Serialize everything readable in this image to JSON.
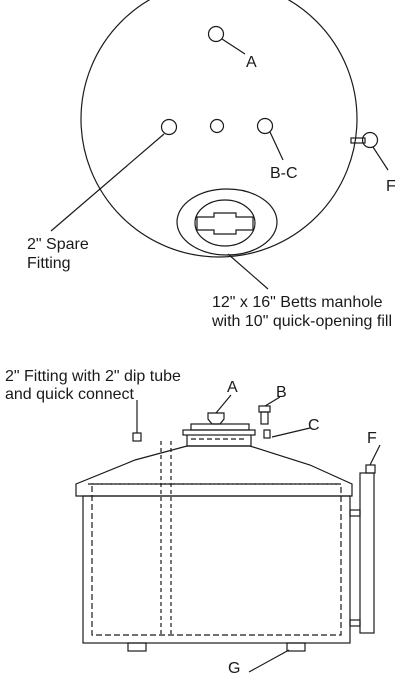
{
  "top_view": {
    "callouts": {
      "a": "A",
      "bc": "B-C",
      "f": "F",
      "spare_line1": "2\" Spare",
      "spare_line2": "Fitting",
      "manhole_line1": "12\" x 16\" Betts manhole",
      "manhole_line2": "with 10\" quick-opening fill"
    }
  },
  "side_view": {
    "callouts": {
      "dip_line1": "2\" Fitting with 2\" dip tube",
      "dip_line2": "and quick connect",
      "a": "A",
      "b": "B",
      "c": "C",
      "f": "F",
      "g": "G"
    }
  },
  "colors": {
    "line": "#1a1a1a",
    "background": "#ffffff"
  }
}
